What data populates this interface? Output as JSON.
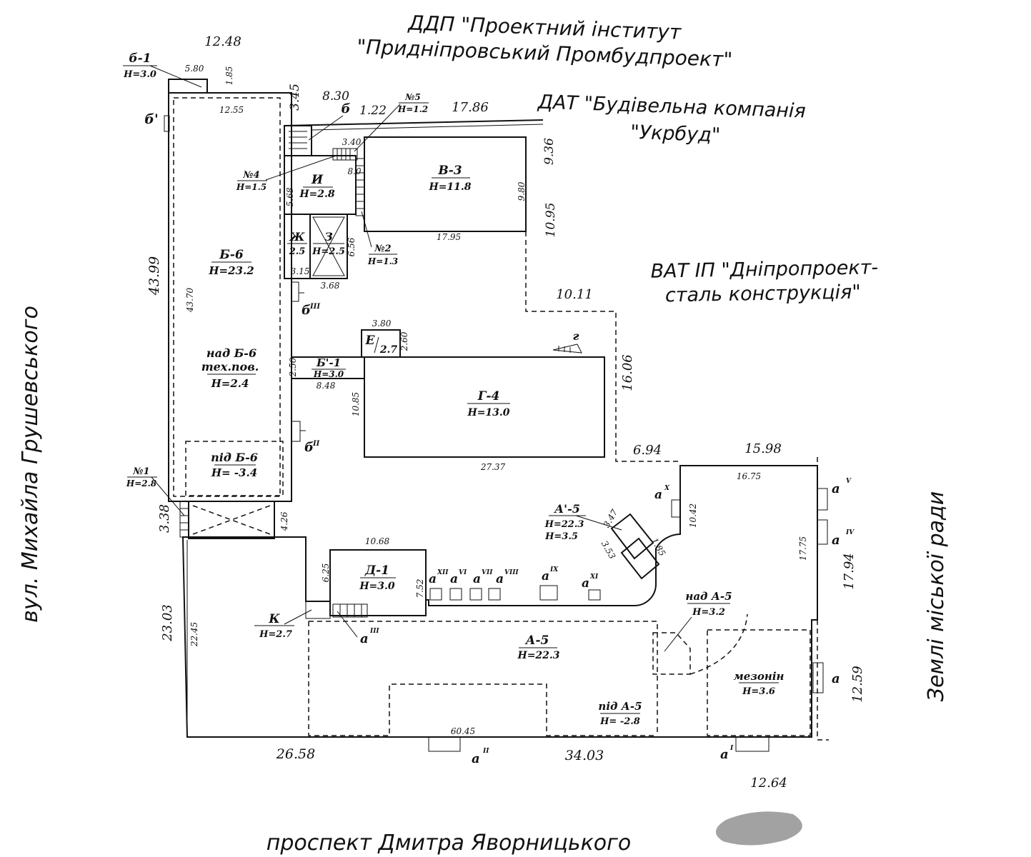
{
  "organizations": {
    "north_institute_line1": "ДДП \"Проектний інститут",
    "north_institute_line2": "\"Придніпровський Промбудпроект\"",
    "ukrbud_line1": "ДАТ \"Будівельна компанія",
    "ukrbud_line2": "\"Укрбуд\"",
    "dnipro_line1": "ВАТ ІП \"Дніпропроект-",
    "dnipro_line2": "сталь конструкція\""
  },
  "streets": {
    "west": "вул. Михайла Грушевського",
    "south": "проспект Дмитра Яворницького",
    "east": "Землі міської ради"
  },
  "buildings": {
    "b1": {
      "label": "б-1",
      "height": "Н=3.0"
    },
    "b6": {
      "label": "Б-6",
      "height": "Н=23.2"
    },
    "b6_over_line1": "над Б-6",
    "b6_over_line2": "тех.пов.",
    "b6_over_height": "Н=2.4",
    "b6_under": {
      "label": "під Б-6",
      "height": "Н= -3.4"
    },
    "i": {
      "label": "И",
      "height": "Н=2.8"
    },
    "zh": {
      "label": "Ж",
      "height": "2.5"
    },
    "z": {
      "label": "З",
      "height": "Н=2.5"
    },
    "v3": {
      "label": "В-3",
      "height": "Н=11.8"
    },
    "b1prime": {
      "label": "Б'-1",
      "height": "Н=3.0"
    },
    "e": {
      "label": "Е",
      "height": "2.7"
    },
    "g4": {
      "label": "Г-4",
      "height": "Н=13.0"
    },
    "d1": {
      "label": "Д-1",
      "height": "Н=3.0"
    },
    "k": {
      "label": "К",
      "height": "Н=2.7"
    },
    "a5": {
      "label": "А-5",
      "height": "Н=22.3"
    },
    "a5prime": {
      "label": "А'-5",
      "height1": "Н=22.3",
      "height2": "Н=3.5"
    },
    "a5_over": {
      "label": "над А-5",
      "height": "Н=3.2"
    },
    "a5_under": {
      "label": "під А-5",
      "height": "Н= -2.8"
    },
    "mezzanine": {
      "label": "мезонін",
      "height": "Н=3.6"
    }
  },
  "stairs": {
    "n1": {
      "label": "№1",
      "height": "Н=2.8"
    },
    "n2": {
      "label": "№2",
      "height": "Н=1.3"
    },
    "n4": {
      "label": "№4",
      "height": "Н=1.5"
    },
    "n5": {
      "label": "№5",
      "height": "Н=1.2"
    }
  },
  "entrances": {
    "b_prime": "б'",
    "b": "б",
    "b_iii": "б",
    "b_iii_sup": "III",
    "b_ii": "б",
    "b_ii_sup": "II",
    "g": "г",
    "a": "а",
    "a_i_sup": "I",
    "a_ii_sup": "II",
    "a_iii_sup": "III",
    "a_iv_sup": "IV",
    "a_v_sup": "V",
    "a_vi_sup": "VI",
    "a_vii_sup": "VII",
    "a_viii_sup": "VIII",
    "a_ix_sup": "IX",
    "a_x_sup": "X",
    "a_xi_sup": "XI",
    "a_xii_sup": "XII"
  },
  "dimensions": {
    "d_12_48": "12.48",
    "d_5_80": "5.80",
    "d_1_85a": "1.85",
    "d_12_55": "12.55",
    "d_3_45": "3.45",
    "d_8_30": "8.30",
    "d_1_22": "1.22",
    "d_17_86": "17.86",
    "d_3_40": "3.40",
    "d_8_0": "8.0",
    "d_5_68": "5.68",
    "d_9_36": "9.36",
    "d_9_80": "9.80",
    "d_10_95": "10.95",
    "d_17_95": "17.95",
    "d_6_56": "6.56",
    "d_3_15": "3.15",
    "d_3_68": "3.68",
    "d_43_99": "43.99",
    "d_43_70": "43.70",
    "d_10_11": "10.11",
    "d_3_80": "3.80",
    "d_2_60": "2.60",
    "d_2_50": "2.50",
    "d_8_48": "8.48",
    "d_16_06": "16.06",
    "d_10_85": "10.85",
    "d_27_37": "27.37",
    "d_6_94": "6.94",
    "d_15_98": "15.98",
    "d_16_75": "16.75",
    "d_3_38": "3.38",
    "d_4_26": "4.26",
    "d_10_42": "10.42",
    "d_3_47": "3.47",
    "d_1_85b": "1.85",
    "d_3_53": "3.53",
    "d_17_75": "17.75",
    "d_17_94": "17.94",
    "d_10_68": "10.68",
    "d_6_25": "6.25",
    "d_7_52": "7.52",
    "d_23_03": "23.03",
    "d_22_45": "22.45",
    "d_12_59": "12.59",
    "d_60_45": "60.45",
    "d_26_58": "26.58",
    "d_34_03": "34.03",
    "d_12_64": "12.64"
  }
}
